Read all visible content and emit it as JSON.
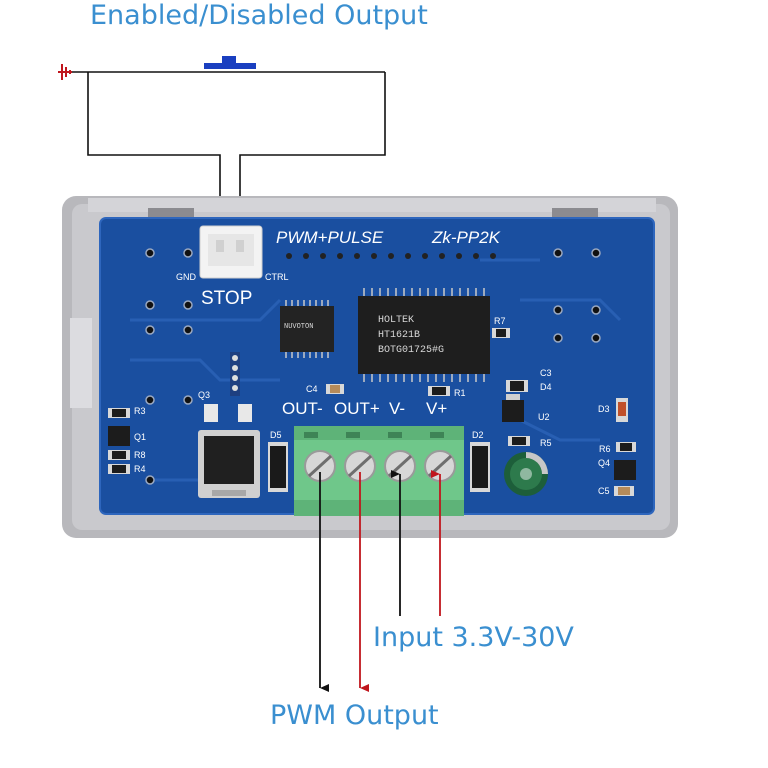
{
  "title": "Enabled/Disabled Output",
  "input_label": "Input 3.3V-30V",
  "pwm_label": "PWM Output",
  "board": {
    "header_left": "PWM+PULSE",
    "header_right": "Zk-PP2K",
    "stop_label": "STOP",
    "gnd_label": "GND",
    "ctrl_label": "CTRL",
    "terminals": [
      "OUT-",
      "OUT+",
      "V-",
      "V+"
    ],
    "chip_main": [
      "HOLTEK",
      "HT1621B",
      "BOTG01725#G"
    ],
    "chip_mcu": [
      "NUVOTON"
    ],
    "refdes": {
      "r7": "R7",
      "c3": "C3",
      "d4": "D4",
      "u2": "U2",
      "r5": "R5",
      "d3": "D3",
      "r6": "R6",
      "q4": "Q4",
      "c5": "C5",
      "r1": "R1",
      "c4": "C4",
      "d5": "D5",
      "d2": "D2",
      "r3": "R3",
      "q1": "Q1",
      "r8": "R8",
      "r4": "R4",
      "q3": "Q3"
    }
  },
  "colors": {
    "annotation": "#3a8fd0",
    "pcb": "#1a4fa0",
    "terminal": "#6fc78a",
    "arrow_red": "#c0161d",
    "arrow_black": "#111111",
    "switch": "#1a3fc0"
  },
  "icons": [
    "ground-icon",
    "push-button-switch-icon"
  ]
}
